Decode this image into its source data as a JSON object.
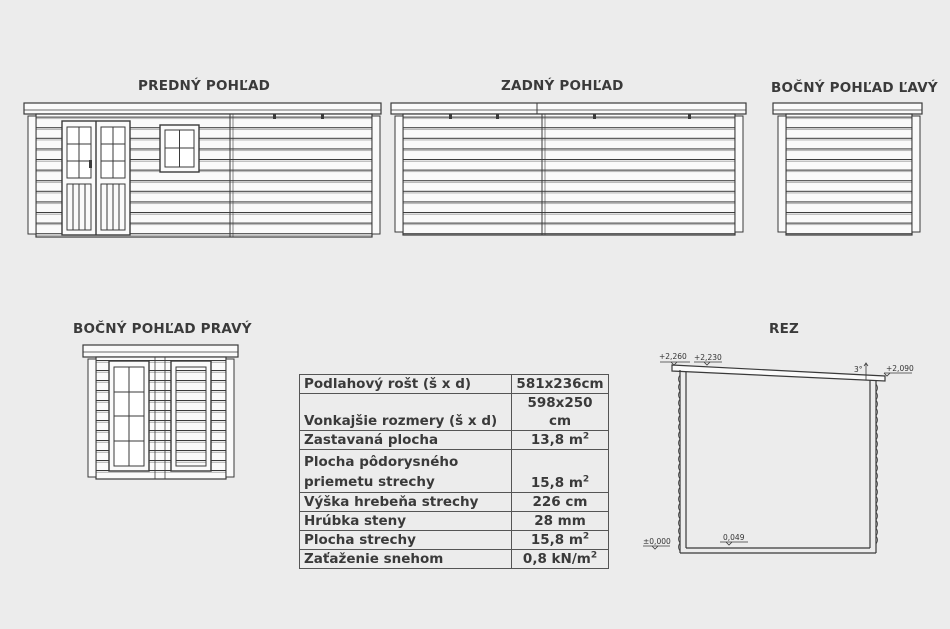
{
  "views": {
    "front": "PREDNÝ POHĽAD",
    "back": "ZADNÝ POHĽAD",
    "side_left": "BOČNÝ POHĽAD ĽAVÝ",
    "side_right": "BOČNÝ POHĽAD PRAVÝ",
    "section": "REZ"
  },
  "specs": [
    {
      "label": "Podlahový rošt (š x d)",
      "value": "581x236cm"
    },
    {
      "label": "Vonkajšie rozmery (š x d)",
      "value": "598x250 cm"
    },
    {
      "label": "Zastavaná plocha",
      "value": "13,8 m",
      "sup": "2"
    },
    {
      "label": "Plocha pôdorysného",
      "label2": "priemetu strechy",
      "value": "15,8 m",
      "sup": "2"
    },
    {
      "label": "Výška hrebeňa strechy",
      "value": "226 cm"
    },
    {
      "label": "Hrúbka steny",
      "value": "28 mm"
    },
    {
      "label": "Plocha strechy",
      "value": "15,8 m",
      "sup": "2"
    },
    {
      "label": "Zaťaženie snehom",
      "value": "0,8 kN/m",
      "sup": "2"
    }
  ],
  "section_dims": {
    "top_left": "+2,260",
    "top_mid": "+2,230",
    "top_right": "+2,090",
    "angle": "3°",
    "floor": "0,049",
    "base": "±0,000"
  }
}
